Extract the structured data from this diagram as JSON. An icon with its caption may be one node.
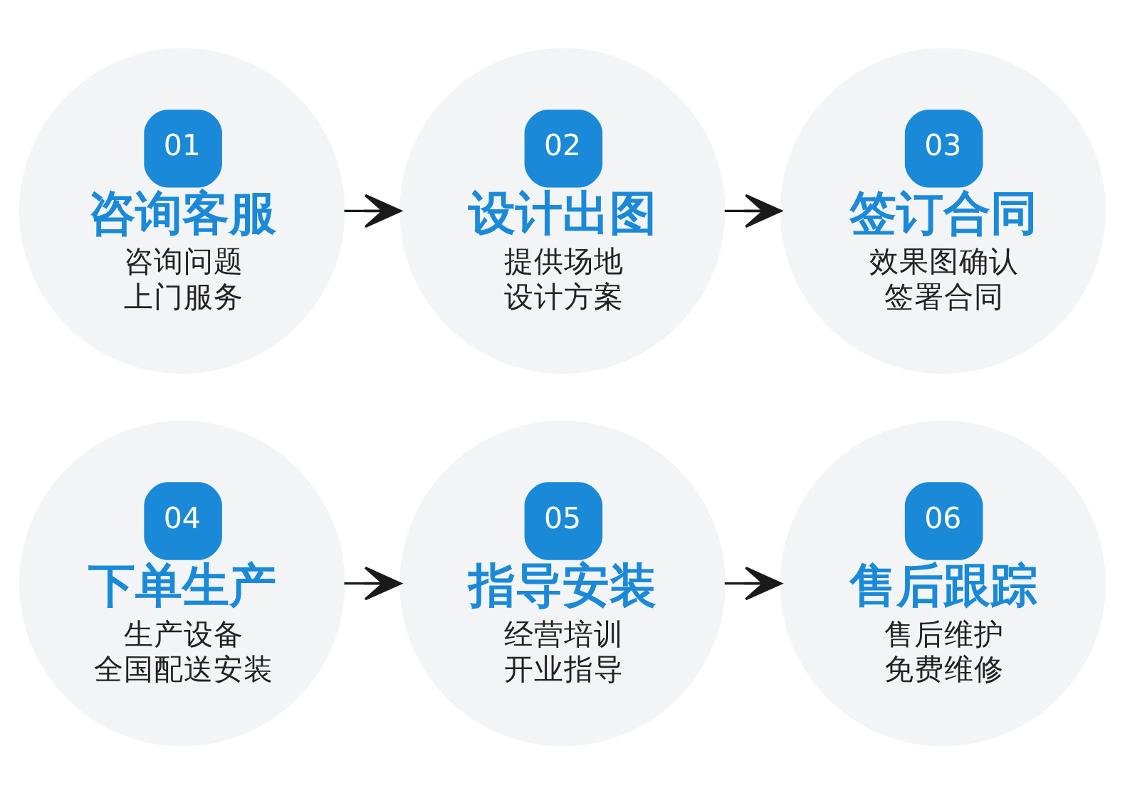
{
  "diagram": {
    "nodes": [
      {
        "text": [
          "01",
          "咨询客服",
          "咨询问题",
          "上门服务"
        ]
      },
      {
        "text": [
          "02",
          "设计出图",
          "提供场地",
          "设计方案"
        ]
      },
      {
        "text": [
          "03",
          "签订合同",
          "效果图确认",
          "签署合同"
        ]
      },
      {
        "text": [
          "04",
          "下单生产",
          "生产设备",
          "全国配送安装"
        ]
      },
      {
        "text": [
          "05",
          "指导安装",
          "经营培训",
          "开业指导"
        ]
      },
      {
        "text": [
          "06",
          "售后跟踪",
          "售后维护",
          "免费维修"
        ]
      }
    ],
    "edges": [
      {
        "from": 0,
        "to": 1,
        "arrow": "to"
      },
      {
        "from": 1,
        "to": 2,
        "arrow": "to"
      },
      {
        "from": 3,
        "to": 4,
        "arrow": "to"
      },
      {
        "from": 4,
        "to": 5,
        "arrow": "to"
      }
    ]
  }
}
